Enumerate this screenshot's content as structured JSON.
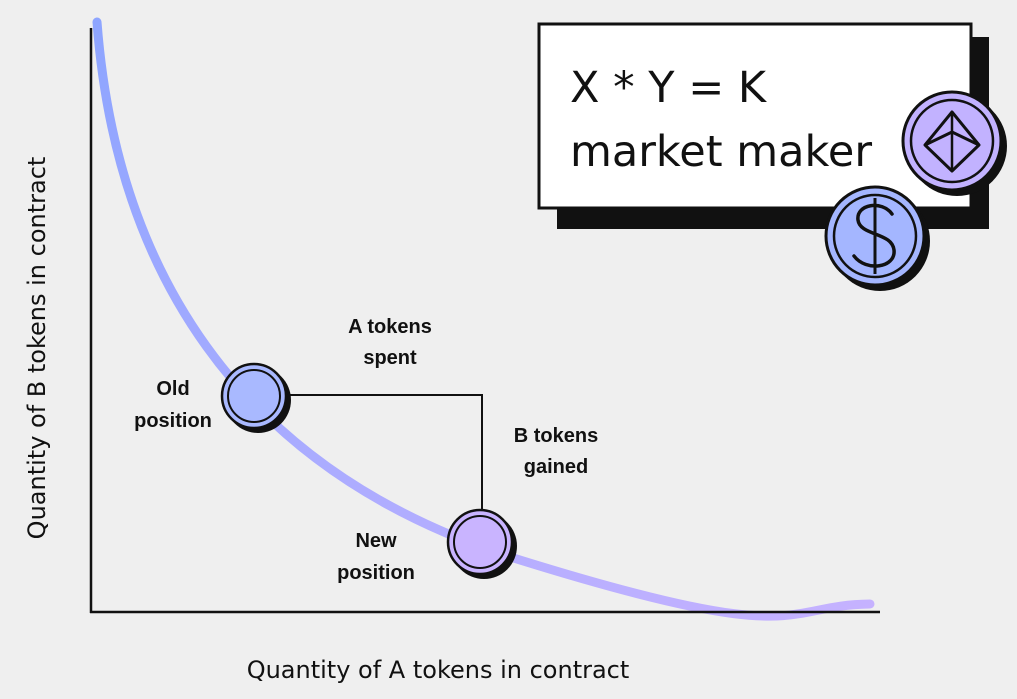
{
  "title_box": {
    "line1": "X * Y = K",
    "line2": "market maker"
  },
  "axes": {
    "x_title": "Quantity of A tokens in contract",
    "y_title": "Quantity of  B tokens in contract"
  },
  "points": {
    "old": {
      "line1": "Old",
      "line2": "position"
    },
    "new": {
      "line1": "New",
      "line2": "position"
    }
  },
  "trade": {
    "a_spent": {
      "line1": "A tokens",
      "line2": "spent"
    },
    "b_gained": {
      "line1": "B tokens",
      "line2": "gained"
    }
  },
  "icons": {
    "eth": "ethereum-coin-icon",
    "dollar": "dollar-coin-icon"
  },
  "colors": {
    "background": "#efefef",
    "curve_start": "#8ea5ff",
    "curve_end": "#c6b2ff",
    "old_point": "#a9b9ff",
    "new_point": "#c9b4ff",
    "eth_coin": "#c2b2ff",
    "dollar_coin": "#a4b6ff",
    "ink": "#111111"
  }
}
